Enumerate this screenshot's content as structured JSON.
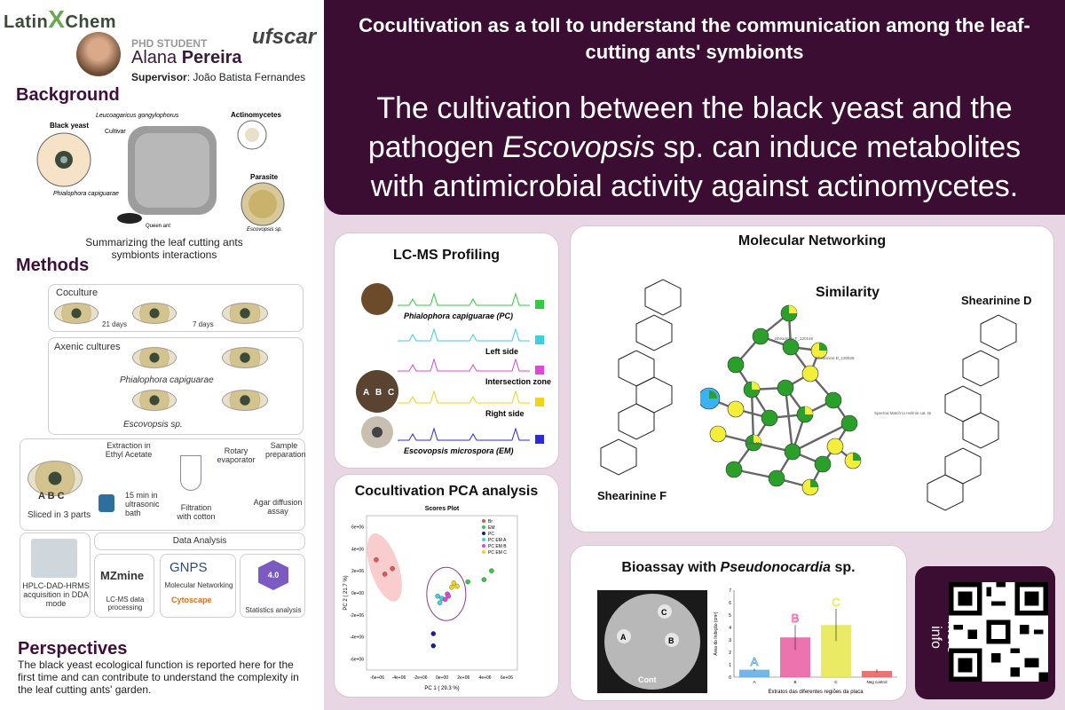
{
  "logos": {
    "latinchem": "LatinChem",
    "latinchem_part1": "Latin",
    "latinchem_x": "X",
    "latinchem_part2": "Chem",
    "ufscar": "ufscar"
  },
  "author": {
    "role": "PHD STUDENT",
    "first_name": "Alana",
    "last_name": "Pereira",
    "supervisor_label": "Supervisor",
    "supervisor_name": ": João Batista Fernandes"
  },
  "background": {
    "title": "Background",
    "labels": {
      "cultivar_species": "Leucoagaricus gongylophorus",
      "cultivar": "Cultivar",
      "actinomycetes": "Actinomycetes",
      "black_yeast": "Black yeast",
      "black_yeast_species": "Phialophora capiguarae",
      "parasite": "Parasite",
      "parasite_species": "Escovopsis sp.",
      "queen_ant": "Queen ant"
    },
    "caption": "Summarizing the leaf cutting ants symbionts interactions"
  },
  "methods": {
    "title": "Methods",
    "coculture": {
      "label": "Coculture",
      "step1": "21 days",
      "step2": "7 days"
    },
    "axenic": {
      "label": "Axenic cultures",
      "species1": "Phialophora capiguarae",
      "species2": "Escovopsis sp."
    },
    "extraction": {
      "step_extraction": "Extraction in Ethyl Acetate",
      "step_rotary": "Rotary evaporator",
      "step_sample": "Sample preparation",
      "sliced": "Sliced in 3 parts",
      "slice_labels": [
        "A",
        "B",
        "C"
      ],
      "ultrasonic": "15 min in ultrasonic bath",
      "filtration": "Filtration with cotton",
      "agar": "Agar diffusion assay"
    },
    "analysis": {
      "hplc": "HPLC-DAD-HRMS acquisition in DDA mode",
      "data_analysis": "Data Analysis",
      "mzmine_logo": "MZmine",
      "mzmine": "LC-MS data processing",
      "gnps_logo": "GNPS",
      "gnps": "Molecular Networking",
      "cytoscape_logo": "Cytoscape",
      "metabo_logo": "4.0",
      "metabo": "Statistics analysis"
    }
  },
  "perspectives": {
    "title": "Perspectives",
    "text": "The black yeast ecological function is reported here for the first time and can contribute to understand the complexity in the leaf cutting ants' garden."
  },
  "header": {
    "title": "Cocultivation as a toll to understand the communication among the leaf-cutting ants' symbionts",
    "subtitle_pre": "The cultivation between the black yeast and the pathogen ",
    "subtitle_italic": "Escovopsis",
    "subtitle_post": " sp. can induce metabolites with antimicrobial activity against actinomycetes."
  },
  "lcms": {
    "title": "LC-MS Profiling",
    "traces": [
      {
        "label": "Phialophora capiguarae (PC)",
        "color": "#2ecc40"
      },
      {
        "label": "Left side",
        "color": "#39d1e0"
      },
      {
        "label": "Intersection zone",
        "color": "#e046d8"
      },
      {
        "label": "Right side",
        "color": "#ecd51a"
      },
      {
        "label": "Escovopsis microspora (EM)",
        "color": "#2b2bd8"
      }
    ],
    "zone_labels": [
      "A",
      "B",
      "C"
    ]
  },
  "pca": {
    "title": "Cocultivation PCA analysis",
    "plot_title": "Scores Plot",
    "xlabel": "PC 1 ( 29.3 %)",
    "ylabel": "PC 2 ( 21.7 %)",
    "xticks": [
      "-6e+06",
      "-4e+06",
      "-2e+06",
      "0e+00",
      "2e+06",
      "4e+06",
      "6e+06"
    ],
    "yticks": [
      "6e+06",
      "4e+06",
      "2e+06",
      "0e+00",
      "-2e+06",
      "-4e+06",
      "-6e+06"
    ]
  },
  "chart_data": [
    {
      "type": "scatter",
      "title": "Scores Plot",
      "xlabel": "PC 1 ( 29.3 %)",
      "ylabel": "PC 2 ( 21.7 %)",
      "xlim": [
        -7000000,
        7000000
      ],
      "ylim": [
        -7000000,
        7000000
      ],
      "legend_position": "top-right",
      "series": [
        {
          "name": "Br",
          "color": "#e05555",
          "points": [
            [
              -5300000,
              1700000
            ],
            [
              -4600000,
              2200000
            ],
            [
              -6100000,
              3000000
            ]
          ]
        },
        {
          "name": "EM",
          "color": "#2ecc40",
          "points": [
            [
              3900000,
              1200000
            ],
            [
              4600000,
              2000000
            ],
            [
              2400000,
              1000000
            ]
          ]
        },
        {
          "name": "PC",
          "color": "#1a1aa0",
          "points": [
            [
              -800000,
              -3700000
            ],
            [
              -800000,
              -4800000
            ]
          ]
        },
        {
          "name": "PC EM A",
          "color": "#39d1e0",
          "points": [
            [
              -400000,
              -300000
            ],
            [
              -200000,
              -900000
            ],
            [
              0,
              -500000
            ]
          ]
        },
        {
          "name": "PC EM B",
          "color": "#e046d8",
          "points": [
            [
              500000,
              -100000
            ],
            [
              300000,
              -600000
            ],
            [
              600000,
              -300000
            ]
          ]
        },
        {
          "name": "PC EM C",
          "color": "#ecd51a",
          "points": [
            [
              900000,
              500000
            ],
            [
              1400000,
              600000
            ],
            [
              1100000,
              900000
            ]
          ]
        }
      ]
    },
    {
      "type": "bar",
      "xlabel": "Extratos das diferentes regiões da placa",
      "ylabel": "Área do Inibição (cm²)",
      "categories": [
        "A",
        "B",
        "C",
        "Neg control"
      ],
      "values": [
        0.6,
        3.2,
        4.2,
        0.5
      ],
      "errors": [
        0.1,
        1.0,
        1.3,
        0.15
      ],
      "bar_labels": [
        "A",
        "B",
        "C",
        ""
      ],
      "ylim": [
        0,
        7
      ],
      "colors": [
        "#5aa9e6",
        "#e95aa0",
        "#e6e64a",
        "#e95a5a"
      ]
    }
  ],
  "network": {
    "title": "Molecular Networking",
    "similarity": "Similarity",
    "compound_f": "Shearinine F",
    "compound_d": "Shearinine D",
    "node_labels": [
      "Shearinine F_120146",
      "Shearinine D_130928",
      "120145",
      "Spectral Match to Helmin cat. NIST"
    ]
  },
  "bioassay": {
    "title_pre": "Bioassay with ",
    "title_italic": "Pseudonocardia",
    "title_post": " sp.",
    "plate_labels": [
      "A",
      "B",
      "C",
      "Cont"
    ]
  },
  "more_info": "more info"
}
